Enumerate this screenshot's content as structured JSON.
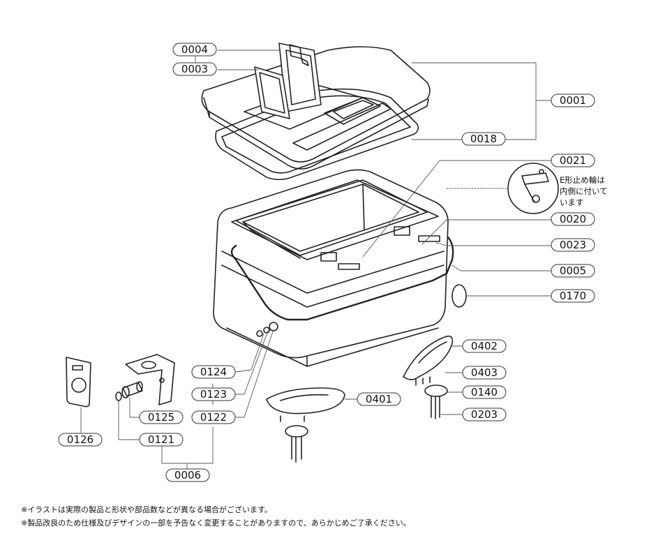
{
  "callouts": {
    "c0004": "0004",
    "c0003": "0003",
    "c0001": "0001",
    "c0018": "0018",
    "c0021": "0021",
    "c0020": "0020",
    "c0023": "0023",
    "c0005": "0005",
    "c0170": "0170",
    "c0402": "0402",
    "c0403": "0403",
    "c0140": "0140",
    "c0203": "0203",
    "c0401": "0401",
    "c0124": "0124",
    "c0123": "0123",
    "c0122": "0122",
    "c0125": "0125",
    "c0121": "0121",
    "c0126": "0126",
    "c0006": "0006"
  },
  "detail_note": {
    "line1": "E形止め輪は",
    "line2": "内側に付いて",
    "line3": "います"
  },
  "footer": {
    "line1": "※イラストは実際の製品と形状や部品数などが異なる場合がございます。",
    "line2": "※製品改良のため仕様及びデザインの一部を予告なく変更することがありますので、あらかじめご了承ください。"
  }
}
